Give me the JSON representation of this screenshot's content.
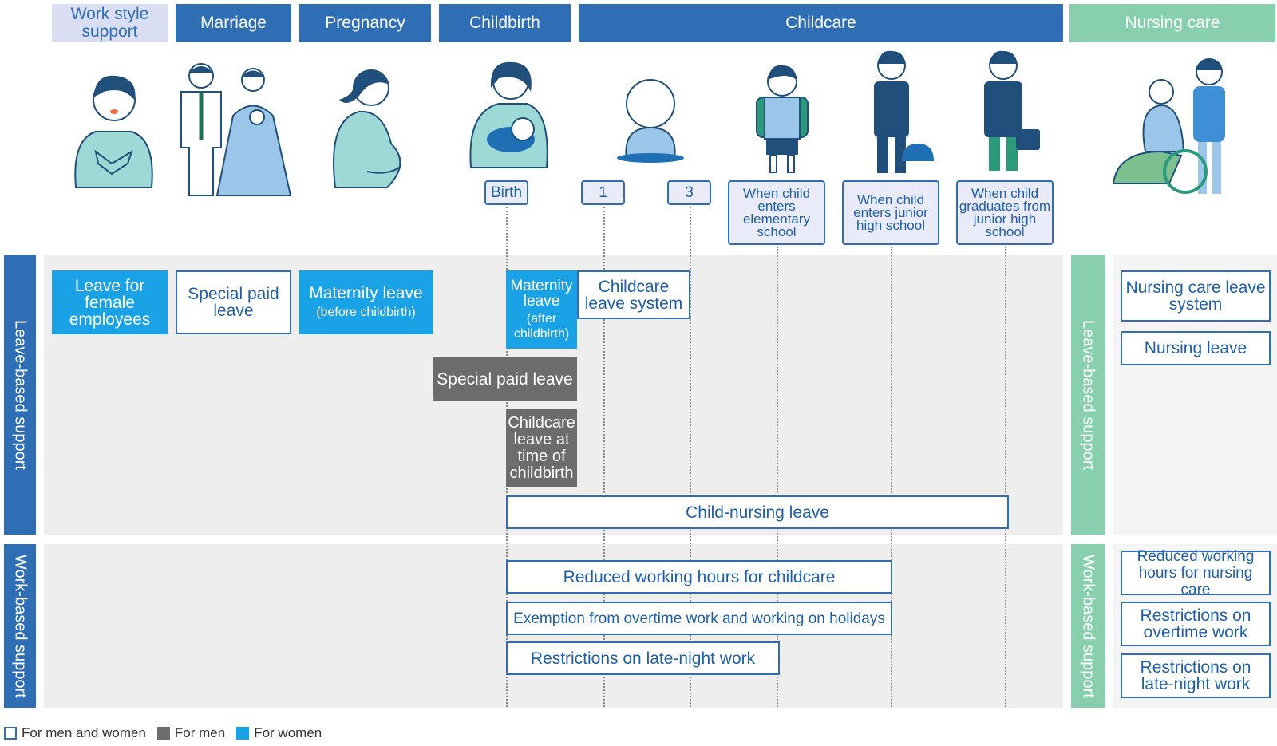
{
  "headers": {
    "work_style": "Work style support",
    "marriage": "Marriage",
    "pregnancy": "Pregnancy",
    "childbirth": "Childbirth",
    "childcare": "Childcare",
    "nursing_care": "Nursing care"
  },
  "markers": {
    "birth": "Birth",
    "age1": "1",
    "age3": "3",
    "elementary": "When child enters elementary school",
    "junior_high": "When child enters junior high school",
    "graduates": "When child graduates from junior high school"
  },
  "sections": {
    "leave_based": "Leave-based support",
    "work_based": "Work-based support"
  },
  "leave_boxes": {
    "female_leave": "Leave for female employees",
    "special_paid": "Special paid leave",
    "maternity_before": "Maternity leave",
    "maternity_before_sub": "(before childbirth)",
    "maternity_after": "Maternity leave",
    "maternity_after_sub": "(after childbirth)",
    "childcare_leave_system": "Childcare leave system",
    "special_paid_men": "Special paid leave",
    "childcare_leave_birth": "Childcare leave at time of childbirth",
    "child_nursing": "Child-nursing leave",
    "nursing_care_leave_system": "Nursing care leave system",
    "nursing_leave": "Nursing leave"
  },
  "work_boxes": {
    "reduced_childcare": "Reduced working hours for childcare",
    "exemption": "Exemption from overtime work and working on holidays",
    "late_night": "Restrictions on late-night work",
    "reduced_nursing": "Reduced working hours for nursing care",
    "overtime_restrict": "Restrictions on overtime work",
    "late_night_nursing": "Restrictions on late-night work"
  },
  "legend": {
    "both": "For men and women",
    "men": "For men",
    "women": "For women"
  },
  "colors": {
    "blue": "#2f6db4",
    "green": "#88cfae",
    "women": "#19a3e6",
    "men": "#6c6c6c",
    "lavender": "#d9def2"
  }
}
